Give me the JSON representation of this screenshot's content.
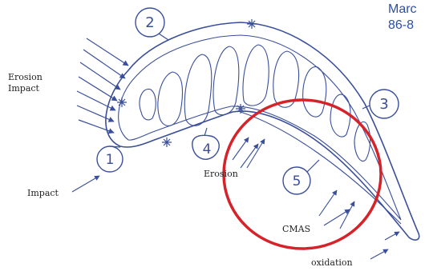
{
  "corner_text": {
    "line1": "Marc",
    "line2": "86-8"
  },
  "labels": {
    "erosion_impact_line1": "Erosion",
    "erosion_impact_line2": "Impact",
    "impact": "Impact",
    "erosion": "Erosion",
    "cmas": "CMAS",
    "oxidation": "oxidation"
  },
  "zones": [
    "1",
    "2",
    "3",
    "4",
    "5"
  ],
  "colors": {
    "ink": "#3a4f9a",
    "highlight_circle": "#d6232a",
    "corner_text": "#2b4fa8"
  }
}
